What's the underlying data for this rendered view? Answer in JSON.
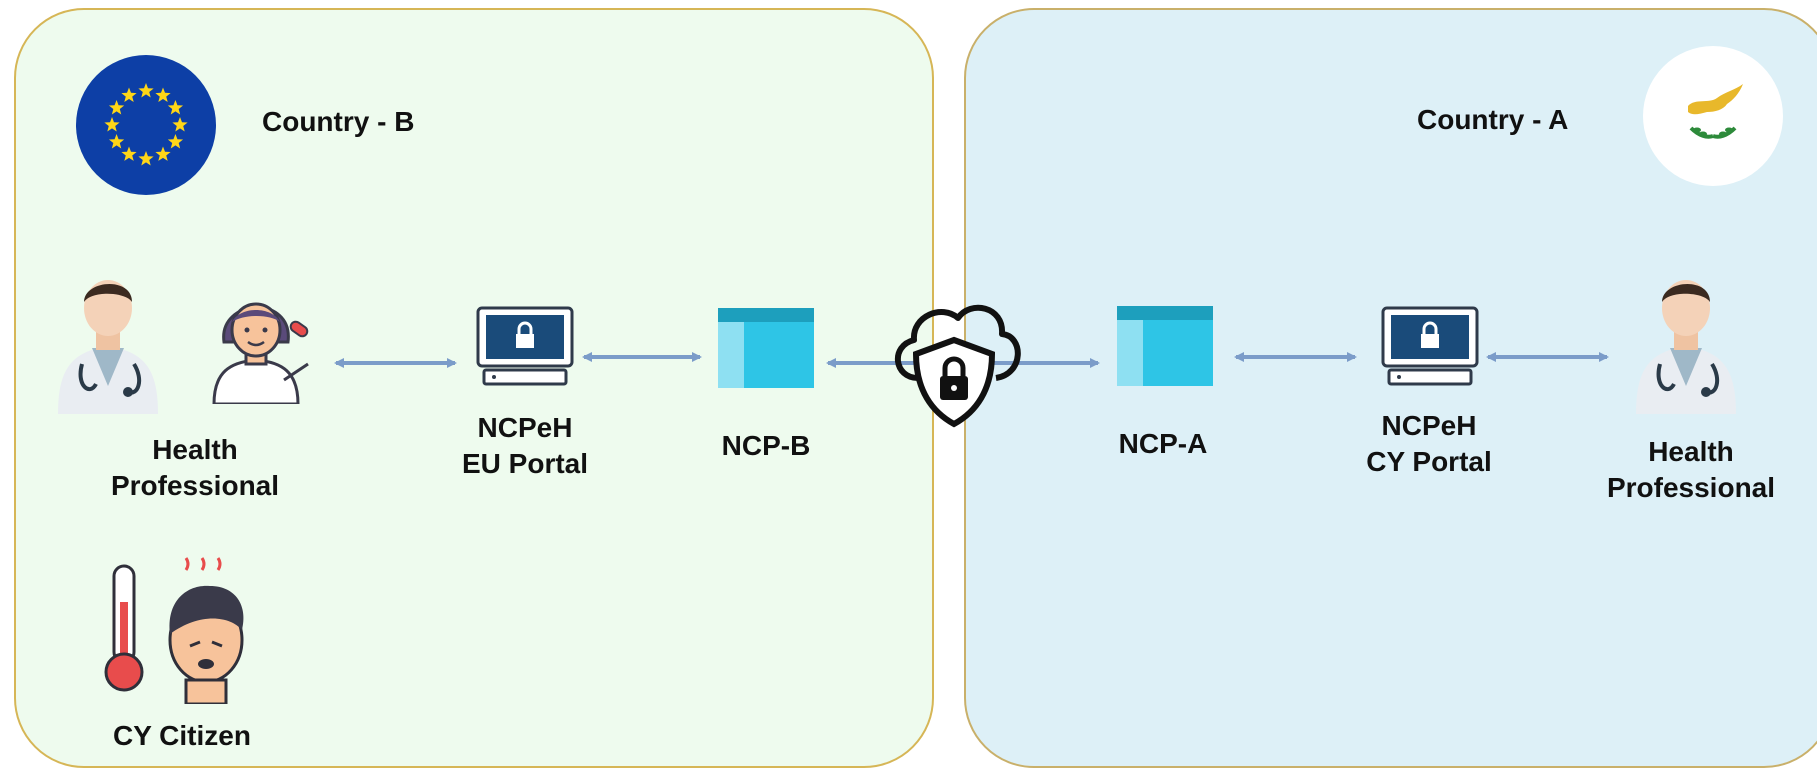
{
  "country_b": {
    "title": "Country - B"
  },
  "country_a": {
    "title": "Country - A"
  },
  "left": {
    "health_professional_line1": "Health",
    "health_professional_line2": "Professional",
    "portal_line1": "NCPeH",
    "portal_line2": "EU Portal",
    "ncp": "NCP-B",
    "citizen": "CY Citizen"
  },
  "right": {
    "ncp": "NCP-A",
    "portal_line1": "NCPeH",
    "portal_line2": "CY Portal",
    "health_professional_line1": "Health",
    "health_professional_line2": "Professional"
  },
  "icons": [
    "eu-flag-icon",
    "cyprus-flag-icon",
    "doctor-icon",
    "pharmacist-icon",
    "monitor-lock-icon",
    "server-window-icon",
    "cloud-shield-lock-icon",
    "thermometer-icon",
    "sick-person-icon"
  ],
  "colors": {
    "arrow": "#7b9cc9",
    "panel_b": "#eefbee",
    "panel_a": "#ddf0f7",
    "panel_border": "#d6b656",
    "eu_blue": "#0d3fa6",
    "eu_star": "#ffd617",
    "window_teal": "#2ec5e6"
  }
}
